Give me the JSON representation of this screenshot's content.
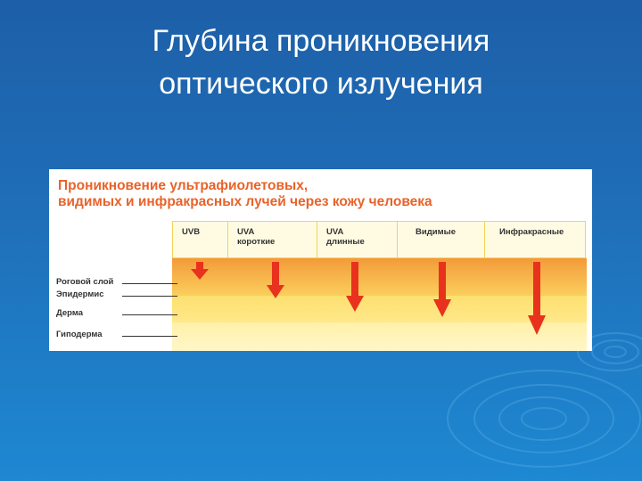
{
  "slide": {
    "title_line1": "Глубина проникновения",
    "title_line2": "оптического излучения"
  },
  "figure": {
    "heading_line1": "Проникновение ультрафиолетовых,",
    "heading_line2": "видимых и инфракрасных лучей через кожу человека",
    "columns": [
      {
        "line1": "UVB",
        "line2": ""
      },
      {
        "line1": "UVA",
        "line2": "короткие"
      },
      {
        "line1": "UVA",
        "line2": "длинные"
      },
      {
        "line1": "Видимые",
        "line2": ""
      },
      {
        "line1": "Инфракрасные",
        "line2": ""
      }
    ],
    "layers": [
      "Роговой слой",
      "Эпидермис",
      "Дерма",
      "Гиподерма"
    ]
  },
  "colors": {
    "background_top": "#1d5fa8",
    "background_bottom": "#1e88d2",
    "heading": "#e8632a",
    "arrow": "#e8321e",
    "band_orange": "#f7a93b",
    "band_yellow": "#ffe27a"
  }
}
